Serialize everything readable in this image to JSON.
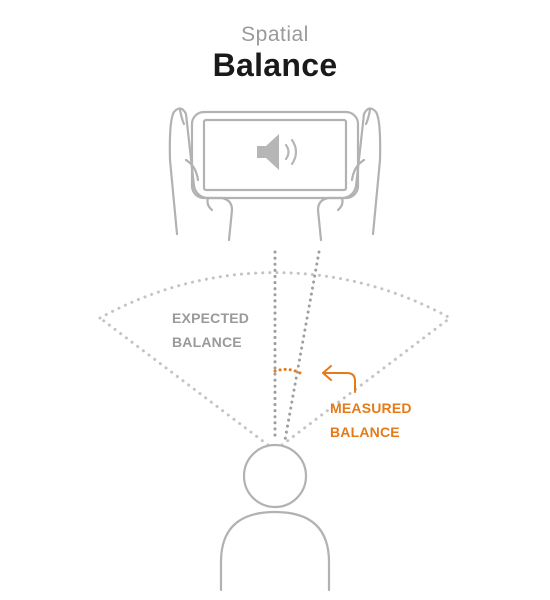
{
  "header": {
    "subtitle": "Spatial",
    "title": "Balance"
  },
  "labels": {
    "expected_line1": "EXPECTED",
    "expected_line2": "BALANCE",
    "measured_line1": "MEASURED",
    "measured_line2": "BALANCE"
  },
  "icons": {
    "speaker": "speaker-icon",
    "arrow": "curved-arrow-icon"
  },
  "colors": {
    "outline": "#b4b4b4",
    "dots": "#c2c2c2",
    "accent": "#e67a18",
    "title": "#1a1a1a",
    "subtitle": "#9a9a9a"
  }
}
